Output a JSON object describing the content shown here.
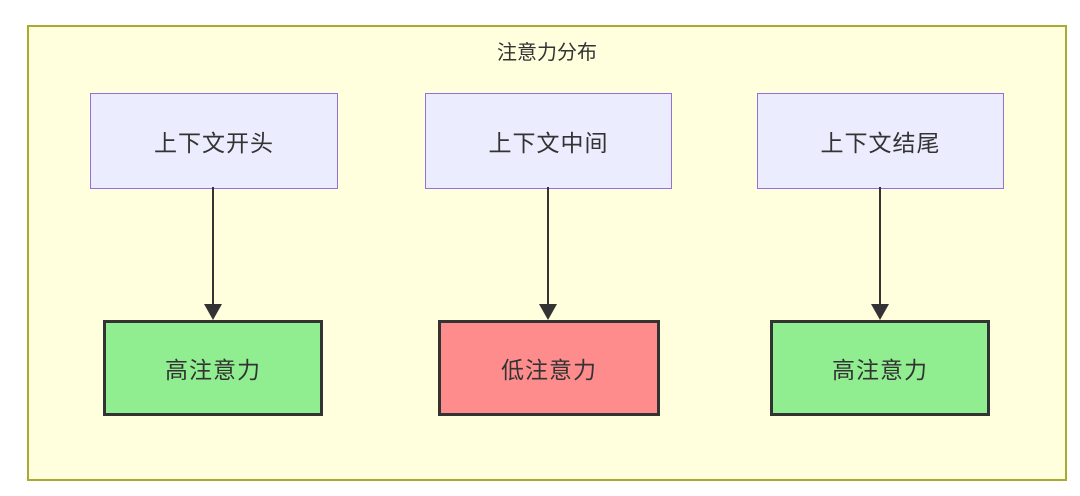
{
  "diagram": {
    "title": "注意力分布",
    "columns": [
      {
        "source": "上下文开头",
        "target": "高注意力",
        "level": "high"
      },
      {
        "source": "上下文中间",
        "target": "低注意力",
        "level": "low"
      },
      {
        "source": "上下文结尾",
        "target": "高注意力",
        "level": "high"
      }
    ],
    "colors": {
      "page_bg": "#ffffff",
      "frame_bg": "#ffffde",
      "frame_border": "#aaaa33",
      "source_fill": "#ececff",
      "source_border": "#9370db",
      "high_fill": "#90ee90",
      "low_fill": "#ff8c8c",
      "target_border": "#333333",
      "arrow": "#333333",
      "text": "#333333"
    }
  }
}
